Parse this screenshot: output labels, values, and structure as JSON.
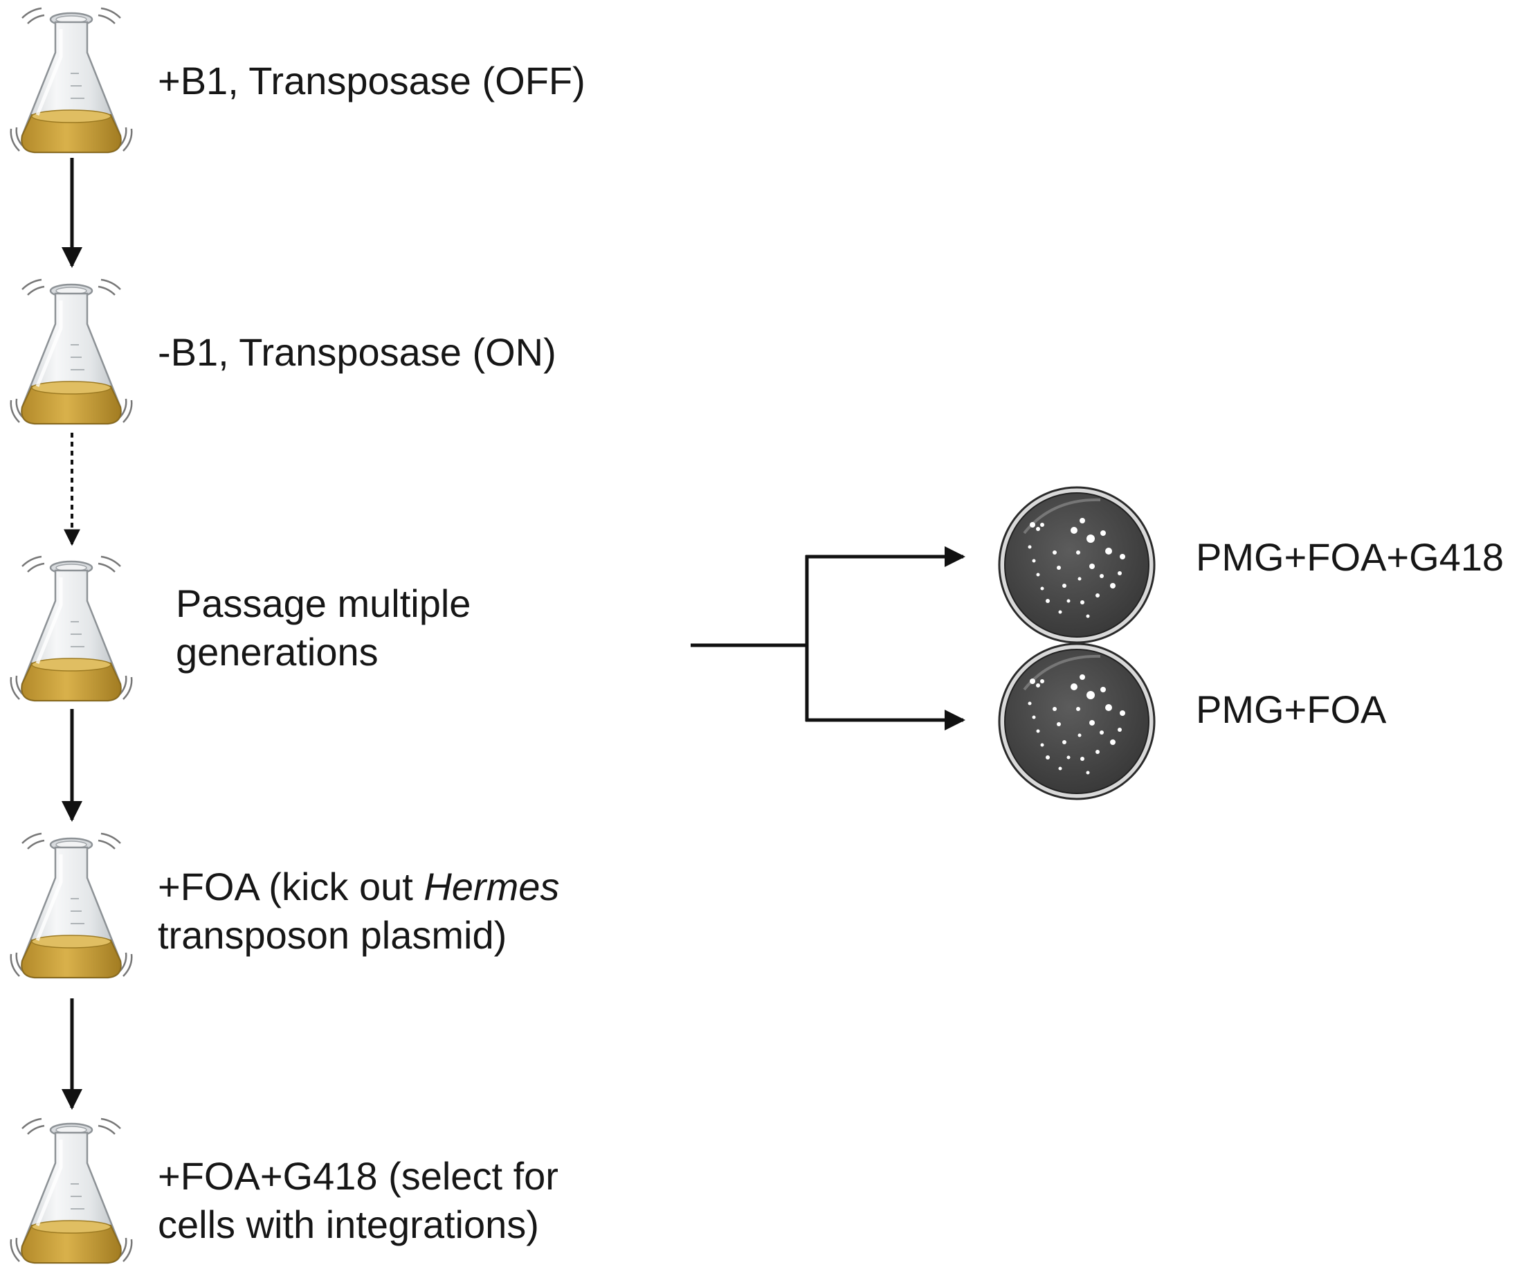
{
  "steps": [
    {
      "text": "+B1, Transposase (OFF)"
    },
    {
      "text": "-B1, Transposase (ON)"
    },
    {
      "line1": "Passage multiple",
      "line2": "generations"
    },
    {
      "line1_prefix": "+FOA (kick out ",
      "line1_italic": "Hermes",
      "line2": "transposon plasmid)"
    },
    {
      "line1": "+FOA+G418 (select for",
      "line2": "cells with integrations)"
    }
  ],
  "plates": [
    {
      "label": "PMG+FOA+G418"
    },
    {
      "label": "PMG+FOA"
    }
  ],
  "colors": {
    "liquid": "#c9a13c",
    "liquid_dark": "#9c7a22",
    "glass": "#e6e8ea",
    "plate": "#4a4a4a",
    "arrow": "#111111"
  },
  "icons": [
    "flask-icon",
    "petri-dish-icon",
    "arrow-icon"
  ]
}
